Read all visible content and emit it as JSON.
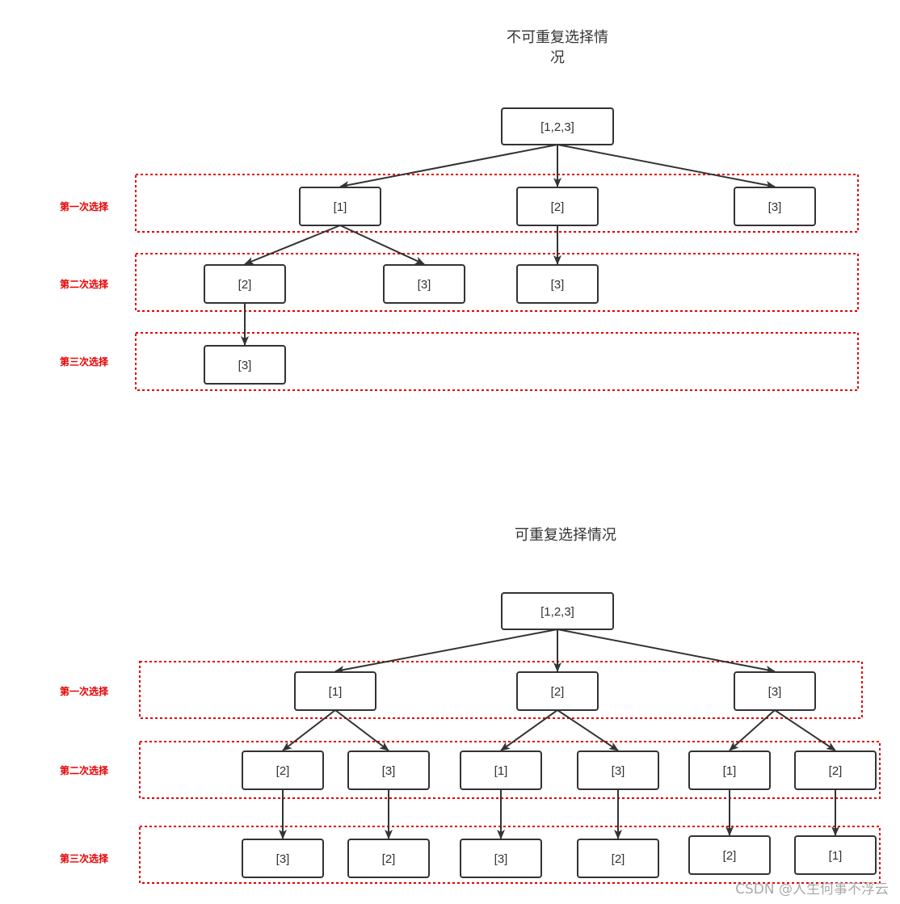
{
  "diagrams": [
    {
      "title_lines": [
        "不可重复选择情",
        "况"
      ],
      "level_labels": [
        "第一次选择",
        "第二次选择",
        "第三次选择"
      ],
      "nodes": [
        {
          "id": "root",
          "label": "[1,2,3]"
        },
        {
          "id": "l1-1",
          "label": "[1]"
        },
        {
          "id": "l1-2",
          "label": "[2]"
        },
        {
          "id": "l1-3",
          "label": "[3]"
        },
        {
          "id": "l2-1",
          "label": "[2]"
        },
        {
          "id": "l2-2",
          "label": "[3]"
        },
        {
          "id": "l2-3",
          "label": "[3]"
        },
        {
          "id": "l3-1",
          "label": "[3]"
        }
      ],
      "edges": [
        [
          "root",
          "l1-1"
        ],
        [
          "root",
          "l1-2"
        ],
        [
          "root",
          "l1-3"
        ],
        [
          "l1-1",
          "l2-1"
        ],
        [
          "l1-1",
          "l2-2"
        ],
        [
          "l1-2",
          "l2-3"
        ],
        [
          "l2-1",
          "l3-1"
        ]
      ]
    },
    {
      "title_lines": [
        "可重复选择情况"
      ],
      "level_labels": [
        "第一次选择",
        "第二次选择",
        "第三次选择"
      ],
      "nodes": [
        {
          "id": "root",
          "label": "[1,2,3]"
        },
        {
          "id": "l1-1",
          "label": "[1]"
        },
        {
          "id": "l1-2",
          "label": "[2]"
        },
        {
          "id": "l1-3",
          "label": "[3]"
        },
        {
          "id": "l2-1",
          "label": "[2]"
        },
        {
          "id": "l2-2",
          "label": "[3]"
        },
        {
          "id": "l2-3",
          "label": "[1]"
        },
        {
          "id": "l2-4",
          "label": "[3]"
        },
        {
          "id": "l2-5",
          "label": "[1]"
        },
        {
          "id": "l2-6",
          "label": "[2]"
        },
        {
          "id": "l3-1",
          "label": "[3]"
        },
        {
          "id": "l3-2",
          "label": "[2]"
        },
        {
          "id": "l3-3",
          "label": "[3]"
        },
        {
          "id": "l3-4",
          "label": "[2]"
        },
        {
          "id": "l3-5",
          "label": "[2]"
        },
        {
          "id": "l3-6",
          "label": "[1]"
        }
      ],
      "edges": [
        [
          "root",
          "l1-1"
        ],
        [
          "root",
          "l1-2"
        ],
        [
          "root",
          "l1-3"
        ],
        [
          "l1-1",
          "l2-1"
        ],
        [
          "l1-1",
          "l2-2"
        ],
        [
          "l1-2",
          "l2-3"
        ],
        [
          "l1-2",
          "l2-4"
        ],
        [
          "l1-3",
          "l2-5"
        ],
        [
          "l1-3",
          "l2-6"
        ],
        [
          "l2-1",
          "l3-1"
        ],
        [
          "l2-2",
          "l3-2"
        ],
        [
          "l2-3",
          "l3-3"
        ],
        [
          "l2-4",
          "l3-4"
        ],
        [
          "l2-5",
          "l3-5"
        ],
        [
          "l2-6",
          "l3-6"
        ]
      ]
    }
  ],
  "watermark": "CSDN @人生何事不浮云"
}
